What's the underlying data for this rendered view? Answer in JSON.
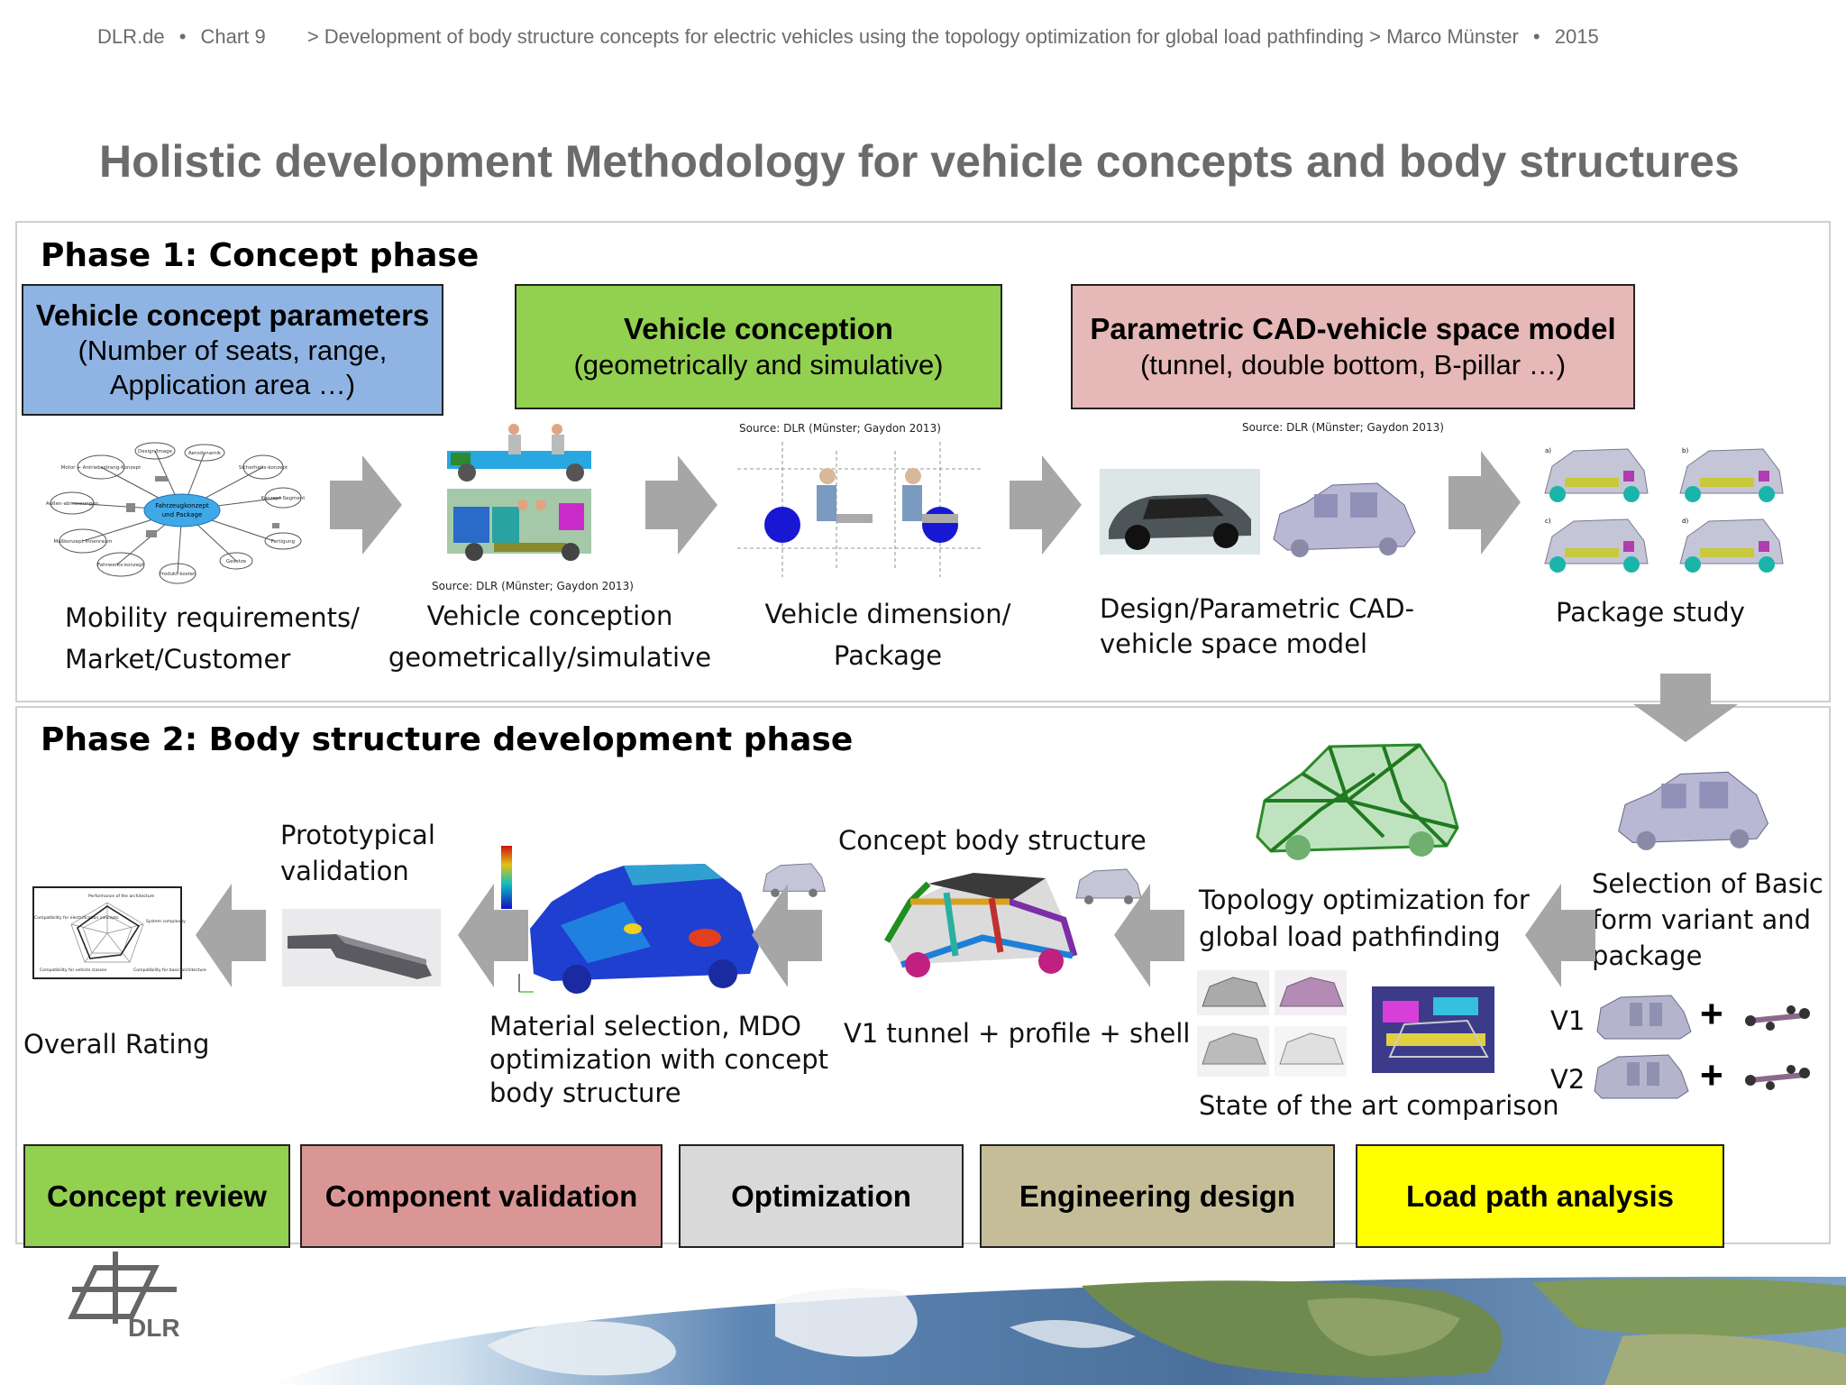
{
  "header": {
    "site": "DLR.de",
    "sep1": "•",
    "chart": "Chart 9",
    "breadcrumb": "> Development of body structure concepts for electric vehicles using the topology optimization for global load pathfinding > Marco  Münster",
    "sep2": "•",
    "year": "2015"
  },
  "title": "Holistic development Methodology for vehicle concepts and body structures",
  "phase1": {
    "heading": "Phase 1: Concept phase",
    "boxes": [
      {
        "title": "Vehicle concept parameters",
        "line1": "(Number of seats, range,",
        "line2": "Application area …)",
        "color": "#8fb4e3"
      },
      {
        "title": "Vehicle conception",
        "line1": "(geometrically and simulative)",
        "color": "#92d050"
      },
      {
        "title": "Parametric CAD-vehicle space model",
        "line1": "(tunnel, double bottom, B-pillar …)",
        "color": "#e6b8b7"
      }
    ],
    "sources": [
      "Source: DLR (Münster; Gaydon 2013)",
      "Source: DLR (Münster; Gaydon 2013)",
      "Source: DLR (Münster; Gaydon 2013)"
    ],
    "steps": [
      {
        "line1": "Mobility requirements/",
        "line2": "Market/Customer"
      },
      {
        "line1": "Vehicle conception",
        "line2": "geometrically/simulative"
      },
      {
        "line1": "Vehicle dimension/",
        "line2": "Package"
      },
      {
        "line1": "Design/Parametric CAD-",
        "line2": "vehicle space model"
      },
      {
        "line1": "Package study"
      }
    ],
    "mindmap_center": [
      "Fahrzeugkonzept",
      "und Package"
    ],
    "mindmap_nodes": [
      "Motor + Antriebsstrang-Konzept",
      "Design/Image",
      "Aerodynamik",
      "Sicherheits-konzept",
      "Konzept-Segment",
      "Außen-abmessungen",
      "Maßkonzept Innenraum",
      "Fertigung",
      "Fahrwerks-konzept",
      "Produkt-kosten",
      "Gesetze"
    ],
    "package_labels": [
      "a)",
      "b)",
      "c)",
      "d)"
    ]
  },
  "phase2": {
    "heading": "Phase 2: Body structure development phase",
    "labels": {
      "prototypical": [
        "Prototypical",
        "validation"
      ],
      "overall_rating": "Overall Rating",
      "material": [
        "Material selection, MDO",
        "optimization with concept",
        "body structure"
      ],
      "concept_body": "Concept body structure",
      "v1_tunnel": "V1 tunnel + profile + shell",
      "topology": [
        "Topology optimization for",
        "global load pathfinding"
      ],
      "state_of_art": "State of the art comparison",
      "selection": [
        "Selection of Basic",
        "form variant  and",
        "package"
      ],
      "v1": "V1",
      "v2": "V2",
      "plus": "+"
    },
    "radar_labels": [
      "Performance of the architecture",
      "System complexity",
      "Compatibility for basic architecture",
      "Compatibility for vehicle classes",
      "Compatibility for electrification concepts"
    ]
  },
  "legend": [
    {
      "label": "Concept review",
      "color": "#92d050"
    },
    {
      "label": "Component validation",
      "color": "#da9694"
    },
    {
      "label": "Optimization",
      "color": "#d9d9d9"
    },
    {
      "label": "Engineering design",
      "color": "#c4bd97"
    },
    {
      "label": "Load path analysis",
      "color": "#ffff00"
    }
  ],
  "footer": {
    "logo_text": "DLR"
  }
}
